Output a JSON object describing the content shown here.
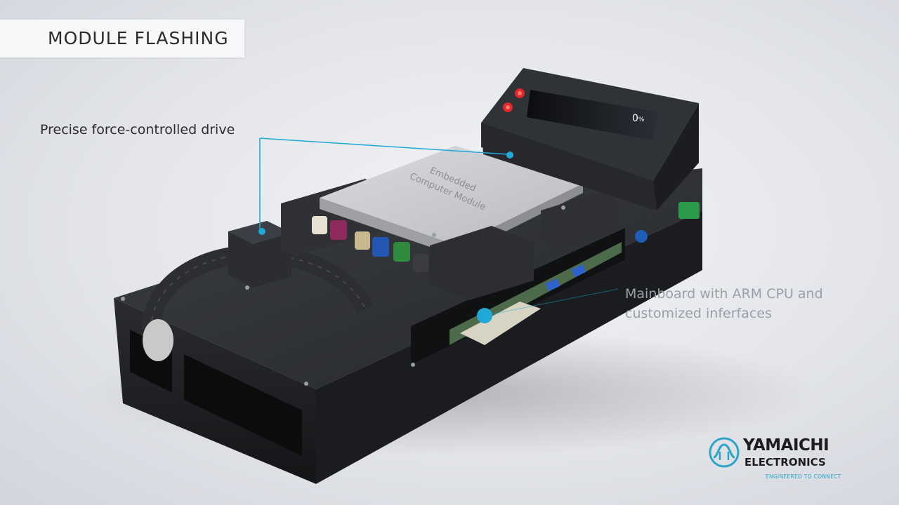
{
  "title": "MODULE FLASHING",
  "callouts": {
    "drive": "Precise force-controlled drive",
    "mainboard_line1": "Mainboard with ARM CPU and",
    "mainboard_line2": "customized inferfaces"
  },
  "module_label": {
    "line1": "Embedded",
    "line2": "Computer Module"
  },
  "display": {
    "value": "0",
    "unit": "%"
  },
  "brand": {
    "name_line1": "YAMAICHI",
    "name_line2": "ELECTRONICS",
    "tagline": "ENGINEERED TO CONNECT",
    "accent_color": "#2aa5c8",
    "callout_color": "#1fa8d8"
  },
  "icons": [
    "yamaichi-logo-icon",
    "callout-dot-icon"
  ]
}
